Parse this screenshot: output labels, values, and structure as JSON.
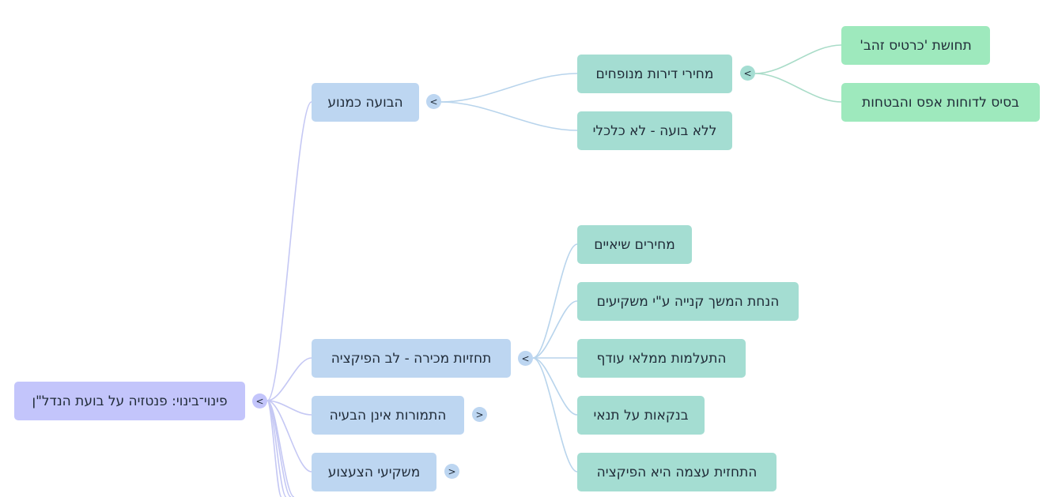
{
  "colors": {
    "root": "#c3c5fb",
    "level1": "#bdd6f1",
    "level2": "#a4ddd2",
    "level3": "#9ee9bd",
    "edge_root": "#c5c8f4",
    "edge_level1": "#b8d4ec",
    "edge_level2": "#a9dcc8"
  },
  "toggle_icon": "chevron-icon",
  "nodes": {
    "root": "פינוי־בינוי: פנטזיה על בועת הנדל\"ן",
    "bubble_as_engine": "הבועה כמנוע",
    "inflated_prices": "מחירי דירות מנופחים",
    "golden_ticket": "תחושת 'כרטיס זהב'",
    "zero_reports": "בסיס לדוחות אפס והבטחות",
    "no_bubble": "ללא בועה - לא כלכלי",
    "sales_forecasts": "תחזיות מכירה - לב הפיקציה",
    "peak_prices": "מחירים שיאיים",
    "investor_assumption": "הנחת המשך קנייה ע\"י משקיעים",
    "ignore_surplus": "התעלמות ממלאי עודף",
    "conditional_banks": "בנקאות על תנאי",
    "forecast_is_fiction": "התחזית עצמה היא הפיקציה",
    "compensation_not_problem": "התמורות אינן הבעיה",
    "toy_investors": "משקיעי הצעצוע"
  },
  "toggle_labels": {
    "root": "<",
    "bubble_as_engine": "<",
    "inflated_prices": "<",
    "sales_forecasts": "<",
    "compensation_not_problem": ">",
    "toy_investors": ">"
  }
}
